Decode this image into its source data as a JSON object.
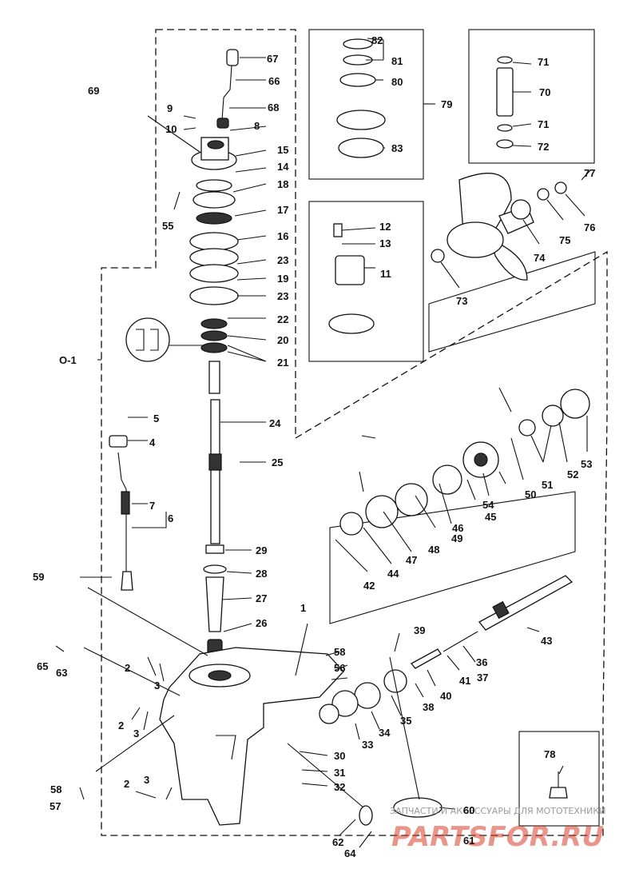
{
  "diagram": {
    "group_label": "O-1",
    "watermark": {
      "caption": "ЗАПЧАСТИ И АКСЕССУАРЫ ДЛЯ МОТОТЕХНИКИ",
      "site": "PARTSFOR.RU"
    },
    "part_labels": [
      "1",
      "2",
      "2",
      "2",
      "3",
      "3",
      "3",
      "4",
      "5",
      "6",
      "7",
      "8",
      "9",
      "10",
      "11",
      "12",
      "13",
      "14",
      "15",
      "16",
      "17",
      "18",
      "19",
      "20",
      "21",
      "22",
      "23",
      "23",
      "24",
      "25",
      "26",
      "27",
      "28",
      "29",
      "30",
      "31",
      "32",
      "33",
      "34",
      "35",
      "36",
      "37",
      "38",
      "39",
      "40",
      "41",
      "42",
      "43",
      "44",
      "45",
      "46",
      "47",
      "48",
      "49",
      "50",
      "51",
      "52",
      "53",
      "54",
      "55",
      "56",
      "57",
      "58",
      "58",
      "59",
      "60",
      "61",
      "62",
      "63",
      "64",
      "65",
      "66",
      "67",
      "68",
      "69",
      "70",
      "71",
      "71",
      "72",
      "73",
      "74",
      "75",
      "76",
      "77",
      "78",
      "79",
      "80",
      "81",
      "82",
      "83"
    ]
  }
}
